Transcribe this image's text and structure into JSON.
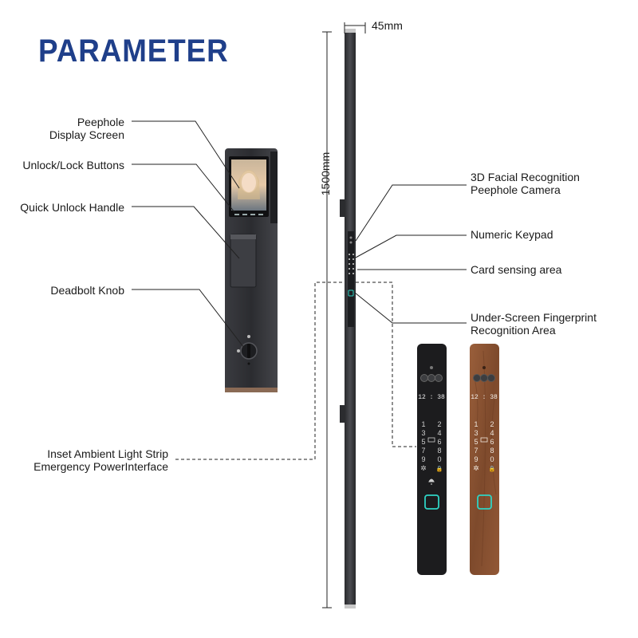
{
  "title": "PARAMETER",
  "dimensions": {
    "width": "45mm",
    "height": "1500mm"
  },
  "labels": {
    "peephole_display": [
      "Peephole",
      "Display Screen"
    ],
    "unlock_lock_buttons": "Unlock/Lock Buttons",
    "quick_unlock_handle": "Quick Unlock Handle",
    "deadbolt_knob": "Deadbolt Knob",
    "ambient_light": [
      "Inset Ambient Light Strip",
      "Emergency PowerInterface"
    ],
    "facial_camera": [
      "3D Facial Recognition",
      "Peephole Camera"
    ],
    "numeric_keypad": "Numeric Keypad",
    "card_sensing": "Card sensing area",
    "fingerprint": [
      "Under-Screen Fingerprint",
      "Recognition Area"
    ]
  },
  "panel_display": {
    "clock": "12 : 38",
    "keys_left": [
      "1",
      "3",
      "5",
      "7",
      "9",
      "✲"
    ],
    "keys_right": [
      "2",
      "4",
      "6",
      "8",
      "0",
      "🔒"
    ]
  },
  "colors": {
    "title": "#1f3f8a",
    "black_panel": "#1c1c1e",
    "wood_panel": "#8a5333",
    "lock_body": "#2f3034",
    "fingerprint_accent": "#2fd3c4"
  }
}
